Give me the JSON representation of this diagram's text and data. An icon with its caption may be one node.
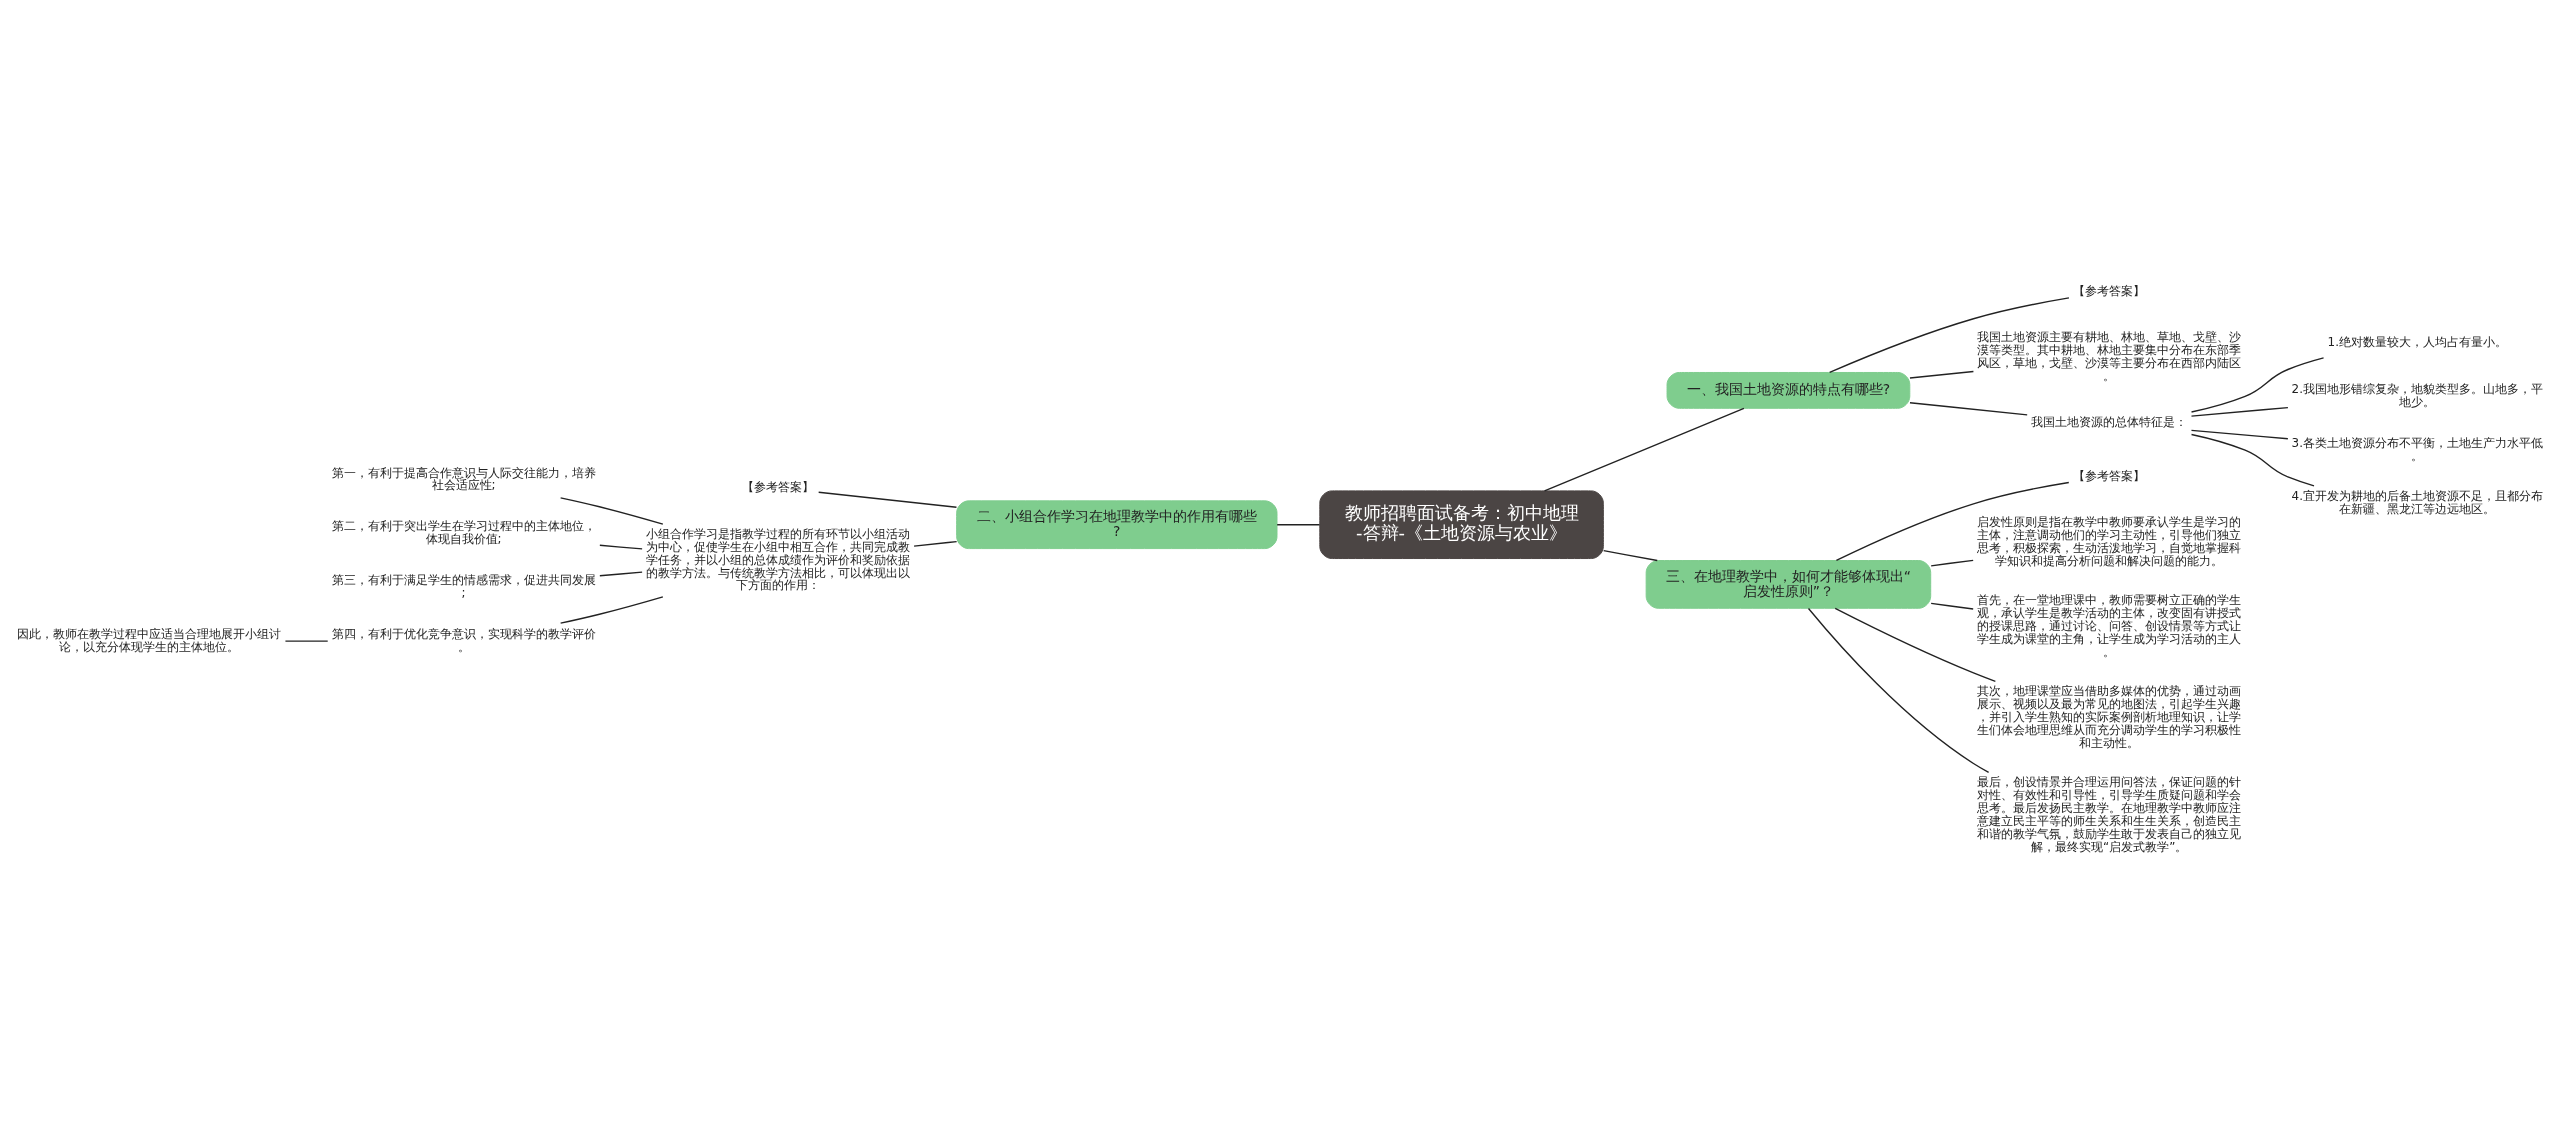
{
  "diagram": {
    "nodes": [
      {
        "text": [
          "教师招聘面试备考：初中地理-答辩-《土地资源与农业》"
        ]
      },
      {
        "text": [
          "一、我国土地资源的特点有哪些?"
        ]
      },
      {
        "text": [
          "【参考答案】"
        ]
      },
      {
        "text": [
          "我国土地资源主要有耕地、林地、草地、戈壁、沙漠等类型。其中耕地、林地主要集中分布在东部季风区，草地，戈壁、沙漠等主要分布在西部内陆区。"
        ]
      },
      {
        "text": [
          "我国土地资源的总体特征是："
        ]
      },
      {
        "text": [
          "1.绝对数量较大，人均占有量小。"
        ]
      },
      {
        "text": [
          "2.我国地形错综复杂，地貌类型多。山地多，平地少。"
        ]
      },
      {
        "text": [
          "3.各类土地资源分布不平衡，土地生产力水平低。"
        ]
      },
      {
        "text": [
          "4.宜开发为耕地的后备土地资源不足，且都分布在新疆、黑龙江等边远地区。"
        ]
      },
      {
        "text": [
          "二、小组合作学习在地理教学中的作用有哪些?"
        ]
      },
      {
        "text": [
          "【参考答案】"
        ]
      },
      {
        "text": [
          "小组合作学习是指教学过程的所有环节以小组活动为中心，促使学生在小组中相互合作，共同完成教学任务，并以小组的总体成绩作为评价和奖励依据的教学方法。与传统教学方法相比，可以体现出以下方面的作用："
        ]
      },
      {
        "text": [
          "第一，有利于提高合作意识与人际交往能力，培养社会适应性;"
        ]
      },
      {
        "text": [
          "第二，有利于突出学生在学习过程中的主体地位，体现自我价值;"
        ]
      },
      {
        "text": [
          "第三，有利于满足学生的情感需求，促进共同发展;"
        ]
      },
      {
        "text": [
          "第四，有利于优化竞争意识，实现科学的教学评价。"
        ]
      },
      {
        "text": [
          "因此，教师在教学过程中应适当合理地展开小组讨论，以充分体现学生的主体地位。"
        ]
      },
      {
        "text": [
          "三、在地理教学中，如何才能够体现出“启发性原则”？"
        ]
      },
      {
        "text": [
          "【参考答案】"
        ]
      },
      {
        "text": [
          "启发性原则是指在教学中教师要承认学生是学习的主体，注意调动他们的学习主动性，引导他们独立思考，积极探索，生动活泼地学习，自觉地掌握科学知识和提高分析问题和解决问题的能力。"
        ]
      },
      {
        "text": [
          "首先，在一堂地理课中，教师需要树立正确的学生观，承认学生是教学活动的主体，改变固有讲授式的授课思路，通过讨论、问答、创设情景等方式让学生成为课堂的主角，让学生成为学习活动的主人。"
        ]
      },
      {
        "text": [
          "其次，地理课堂应当借助多媒体的优势，通过动画展示、视频以及最为常见的地图法，引起学生兴趣，并引入学生熟知的实际案例剖析地理知识，让学生们体会地理思维从而充分调动学生的学习积极性和主动性。"
        ]
      },
      {
        "text": [
          "最后，创设情景并合理运用问答法，保证问题的针对性、有效性和引导性，引导学生质疑问题和学会思考。最后发扬民主教学。在地理教学中教师应注意建立民主平等的师生关系和生生关系，创造民主和谐的教学气氛，鼓励学生敢于发表自己的独立见解，最终实现“启发式教学”。"
        ]
      }
    ],
    "edges": [
      {
        "from": 0,
        "to": 1,
        "arrow": "none"
      },
      {
        "from": 1,
        "to": 2,
        "arrow": "none"
      },
      {
        "from": 1,
        "to": 3,
        "arrow": "none"
      },
      {
        "from": 1,
        "to": 4,
        "arrow": "none"
      },
      {
        "from": 4,
        "to": 5,
        "arrow": "none"
      },
      {
        "from": 4,
        "to": 6,
        "arrow": "none"
      },
      {
        "from": 4,
        "to": 7,
        "arrow": "none"
      },
      {
        "from": 4,
        "to": 8,
        "arrow": "none"
      },
      {
        "from": 0,
        "to": 9,
        "arrow": "none"
      },
      {
        "from": 9,
        "to": 10,
        "arrow": "none"
      },
      {
        "from": 9,
        "to": 11,
        "arrow": "none"
      },
      {
        "from": 11,
        "to": 12,
        "arrow": "none"
      },
      {
        "from": 11,
        "to": 13,
        "arrow": "none"
      },
      {
        "from": 11,
        "to": 14,
        "arrow": "none"
      },
      {
        "from": 11,
        "to": 15,
        "arrow": "none"
      },
      {
        "from": 15,
        "to": 16,
        "arrow": "none"
      },
      {
        "from": 0,
        "to": 17,
        "arrow": "none"
      },
      {
        "from": 17,
        "to": 18,
        "arrow": "none"
      },
      {
        "from": 17,
        "to": 19,
        "arrow": "none"
      },
      {
        "from": 17,
        "to": 20,
        "arrow": "none"
      },
      {
        "from": 17,
        "to": 21,
        "arrow": "none"
      },
      {
        "from": 17,
        "to": 22,
        "arrow": "none"
      }
    ]
  }
}
